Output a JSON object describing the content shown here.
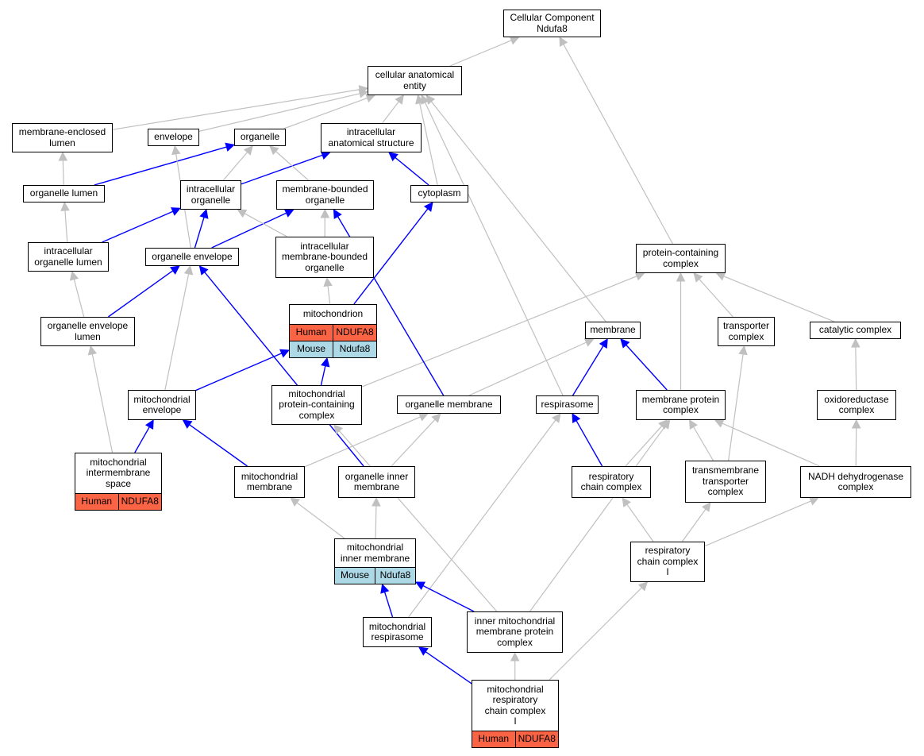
{
  "colors": {
    "blue_edge": "#0000ff",
    "gray_edge": "#c0c0c0",
    "human": "#fa6445",
    "mouse": "#add8e6"
  },
  "nodes": {
    "cc": {
      "label": "Cellular Component\nNdufa8"
    },
    "cae": {
      "label": "cellular anatomical\nentity"
    },
    "mel": {
      "label": "membrane-enclosed\nlumen"
    },
    "env": {
      "label": "envelope"
    },
    "org": {
      "label": "organelle"
    },
    "ias": {
      "label": "intracellular\nanatomical structure"
    },
    "orglumen": {
      "label": "organelle lumen"
    },
    "intorg": {
      "label": "intracellular\norganelle"
    },
    "mbo": {
      "label": "membrane-bounded\norganelle"
    },
    "cyto": {
      "label": "cytoplasm"
    },
    "iol": {
      "label": "intracellular\norganelle lumen"
    },
    "oenv": {
      "label": "organelle envelope"
    },
    "imbo": {
      "label": "intracellular\nmembrane-bounded\norganelle"
    },
    "pcc": {
      "label": "protein-containing\ncomplex"
    },
    "mito": {
      "label": "mitochondrion",
      "tags": [
        [
          "Human",
          "NDUFA8"
        ],
        [
          "Mouse",
          "Ndufa8"
        ]
      ]
    },
    "oel": {
      "label": "organelle envelope\nlumen"
    },
    "membrane": {
      "label": "membrane"
    },
    "tc": {
      "label": "transporter\ncomplex"
    },
    "catc": {
      "label": "catalytic complex"
    },
    "menv": {
      "label": "mitochondrial\nenvelope"
    },
    "mpcc": {
      "label": "mitochondrial\nprotein-containing\ncomplex"
    },
    "om": {
      "label": "organelle membrane"
    },
    "resp": {
      "label": "respirasome"
    },
    "mpc": {
      "label": "membrane protein\ncomplex"
    },
    "oxc": {
      "label": "oxidoreductase\ncomplex"
    },
    "mis": {
      "label": "mitochondrial\nintermembrane\nspace",
      "tags": [
        [
          "Human",
          "NDUFA8"
        ]
      ]
    },
    "mm": {
      "label": "mitochondrial\nmembrane"
    },
    "oim": {
      "label": "organelle inner\nmembrane"
    },
    "rcc": {
      "label": "respiratory\nchain complex"
    },
    "tmtc": {
      "label": "transmembrane\ntransporter\ncomplex"
    },
    "nadh": {
      "label": "NADH dehydrogenase\ncomplex"
    },
    "mim": {
      "label": "mitochondrial\ninner membrane",
      "tags": [
        [
          "Mouse",
          "Ndufa8"
        ]
      ]
    },
    "rcc1": {
      "label": "respiratory\nchain complex\nI"
    },
    "mresp": {
      "label": "mitochondrial\nrespirasome"
    },
    "impc": {
      "label": "inner mitochondrial\nmembrane protein\ncomplex"
    },
    "mrcc1": {
      "label": "mitochondrial\nrespiratory\nchain complex\nI",
      "tags": [
        [
          "Human",
          "NDUFA8"
        ]
      ]
    }
  },
  "edges": [
    {
      "from": "cae",
      "to": "cc",
      "color": "gray"
    },
    {
      "from": "pcc",
      "to": "cc",
      "color": "gray"
    },
    {
      "from": "mel",
      "to": "cae",
      "color": "gray"
    },
    {
      "from": "env",
      "to": "cae",
      "color": "gray"
    },
    {
      "from": "org",
      "to": "cae",
      "color": "gray"
    },
    {
      "from": "ias",
      "to": "cae",
      "color": "gray"
    },
    {
      "from": "cyto",
      "to": "cae",
      "color": "gray"
    },
    {
      "from": "membrane",
      "to": "cae",
      "color": "gray"
    },
    {
      "from": "resp",
      "to": "cae",
      "color": "gray"
    },
    {
      "from": "orglumen",
      "to": "mel",
      "color": "gray"
    },
    {
      "from": "orglumen",
      "to": "org",
      "color": "blue"
    },
    {
      "from": "intorg",
      "to": "org",
      "color": "gray"
    },
    {
      "from": "intorg",
      "to": "ias",
      "color": "blue"
    },
    {
      "from": "mbo",
      "to": "org",
      "color": "gray"
    },
    {
      "from": "cyto",
      "to": "ias",
      "color": "blue"
    },
    {
      "from": "iol",
      "to": "orglumen",
      "color": "gray"
    },
    {
      "from": "iol",
      "to": "intorg",
      "color": "blue"
    },
    {
      "from": "oenv",
      "to": "intorg",
      "color": "blue"
    },
    {
      "from": "oenv",
      "to": "mbo",
      "color": "blue"
    },
    {
      "from": "oenv",
      "to": "env",
      "color": "gray"
    },
    {
      "from": "imbo",
      "to": "intorg",
      "color": "gray"
    },
    {
      "from": "imbo",
      "to": "mbo",
      "color": "gray"
    },
    {
      "from": "mito",
      "to": "imbo",
      "color": "gray"
    },
    {
      "from": "mito",
      "to": "cyto",
      "color": "blue"
    },
    {
      "from": "oel",
      "to": "iol",
      "color": "gray"
    },
    {
      "from": "oel",
      "to": "oenv",
      "color": "blue"
    },
    {
      "from": "tc",
      "to": "pcc",
      "color": "gray"
    },
    {
      "from": "catc",
      "to": "pcc",
      "color": "gray"
    },
    {
      "from": "mpc",
      "to": "pcc",
      "color": "gray"
    },
    {
      "from": "mpcc",
      "to": "pcc",
      "color": "gray"
    },
    {
      "from": "mpcc",
      "to": "mito",
      "color": "blue"
    },
    {
      "from": "menv",
      "to": "mito",
      "color": "blue"
    },
    {
      "from": "menv",
      "to": "oenv",
      "color": "gray"
    },
    {
      "from": "om",
      "to": "membrane",
      "color": "gray"
    },
    {
      "from": "om",
      "to": "mbo",
      "color": "blue"
    },
    {
      "from": "resp",
      "to": "membrane",
      "color": "blue"
    },
    {
      "from": "mpc",
      "to": "membrane",
      "color": "blue"
    },
    {
      "from": "oxc",
      "to": "catc",
      "color": "gray"
    },
    {
      "from": "mis",
      "to": "menv",
      "color": "blue"
    },
    {
      "from": "mis",
      "to": "oel",
      "color": "gray"
    },
    {
      "from": "mm",
      "to": "menv",
      "color": "blue"
    },
    {
      "from": "mm",
      "to": "om",
      "color": "gray"
    },
    {
      "from": "oim",
      "to": "om",
      "color": "gray"
    },
    {
      "from": "oim",
      "to": "oenv",
      "color": "blue"
    },
    {
      "from": "rcc",
      "to": "resp",
      "color": "blue"
    },
    {
      "from": "rcc",
      "to": "mpc",
      "color": "gray"
    },
    {
      "from": "tmtc",
      "to": "mpc",
      "color": "gray"
    },
    {
      "from": "tmtc",
      "to": "tc",
      "color": "gray"
    },
    {
      "from": "nadh",
      "to": "mpc",
      "color": "gray"
    },
    {
      "from": "nadh",
      "to": "oxc",
      "color": "gray"
    },
    {
      "from": "mim",
      "to": "mm",
      "color": "gray"
    },
    {
      "from": "mim",
      "to": "oim",
      "color": "gray"
    },
    {
      "from": "rcc1",
      "to": "rcc",
      "color": "gray"
    },
    {
      "from": "rcc1",
      "to": "tmtc",
      "color": "gray"
    },
    {
      "from": "rcc1",
      "to": "nadh",
      "color": "gray"
    },
    {
      "from": "mresp",
      "to": "mim",
      "color": "blue"
    },
    {
      "from": "mresp",
      "to": "resp",
      "color": "gray"
    },
    {
      "from": "impc",
      "to": "mim",
      "color": "blue"
    },
    {
      "from": "impc",
      "to": "mpc",
      "color": "gray"
    },
    {
      "from": "impc",
      "to": "mpcc",
      "color": "gray"
    },
    {
      "from": "mrcc1",
      "to": "impc",
      "color": "gray"
    },
    {
      "from": "mrcc1",
      "to": "mresp",
      "color": "blue"
    },
    {
      "from": "mrcc1",
      "to": "rcc1",
      "color": "gray"
    }
  ]
}
